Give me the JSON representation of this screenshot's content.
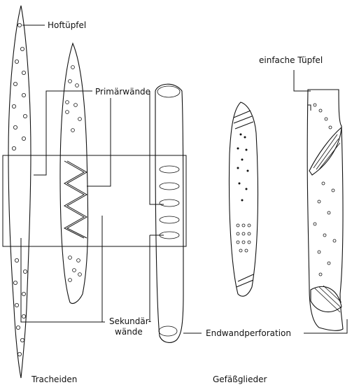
{
  "labels": {
    "hoftuepfel": "Hoftüpfel",
    "primaerwaende": "Primärwände",
    "einfache_tuepfel": "einfache Tüpfel",
    "sekundaer_line1": "Sekundär-",
    "sekundaer_line2": "wände",
    "endwandperforation": "Endwandperforation"
  },
  "captions": {
    "tracheiden": "Tracheiden",
    "gefaessglieder": "Gefäßglieder"
  }
}
